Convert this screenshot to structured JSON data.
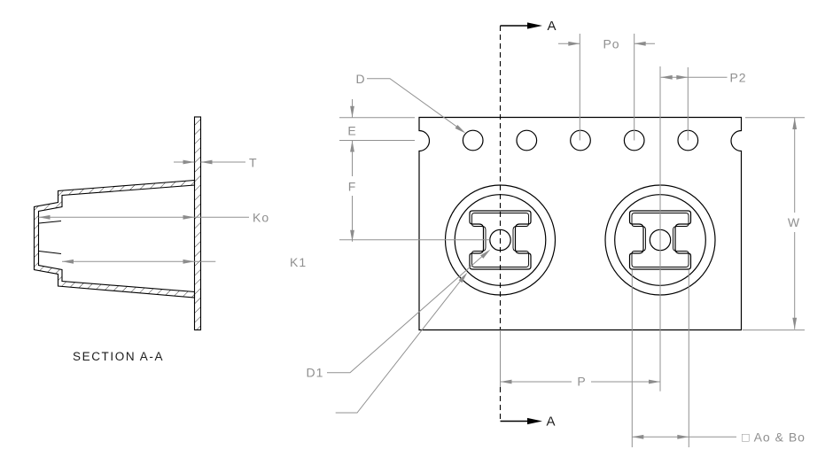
{
  "drawing": {
    "section_view": {
      "title": "SECTION A-A",
      "labels": {
        "t": "T",
        "ko": "Ko",
        "k1": "K1"
      }
    },
    "tape_view": {
      "section_arrow_top": "A",
      "section_arrow_bottom": "A",
      "labels": {
        "po": "Po",
        "p2": "P2",
        "d": "D",
        "e": "E",
        "f": "F",
        "w": "W",
        "p": "P",
        "ao_bo": "□ Ao & Bo",
        "d1": "D1"
      }
    },
    "colors": {
      "part_line": "#000000",
      "dimension_line": "#919191",
      "dimension_text": "#8f8f8f",
      "dark_text": "#1c1c1c",
      "background": "#ffffff"
    }
  }
}
